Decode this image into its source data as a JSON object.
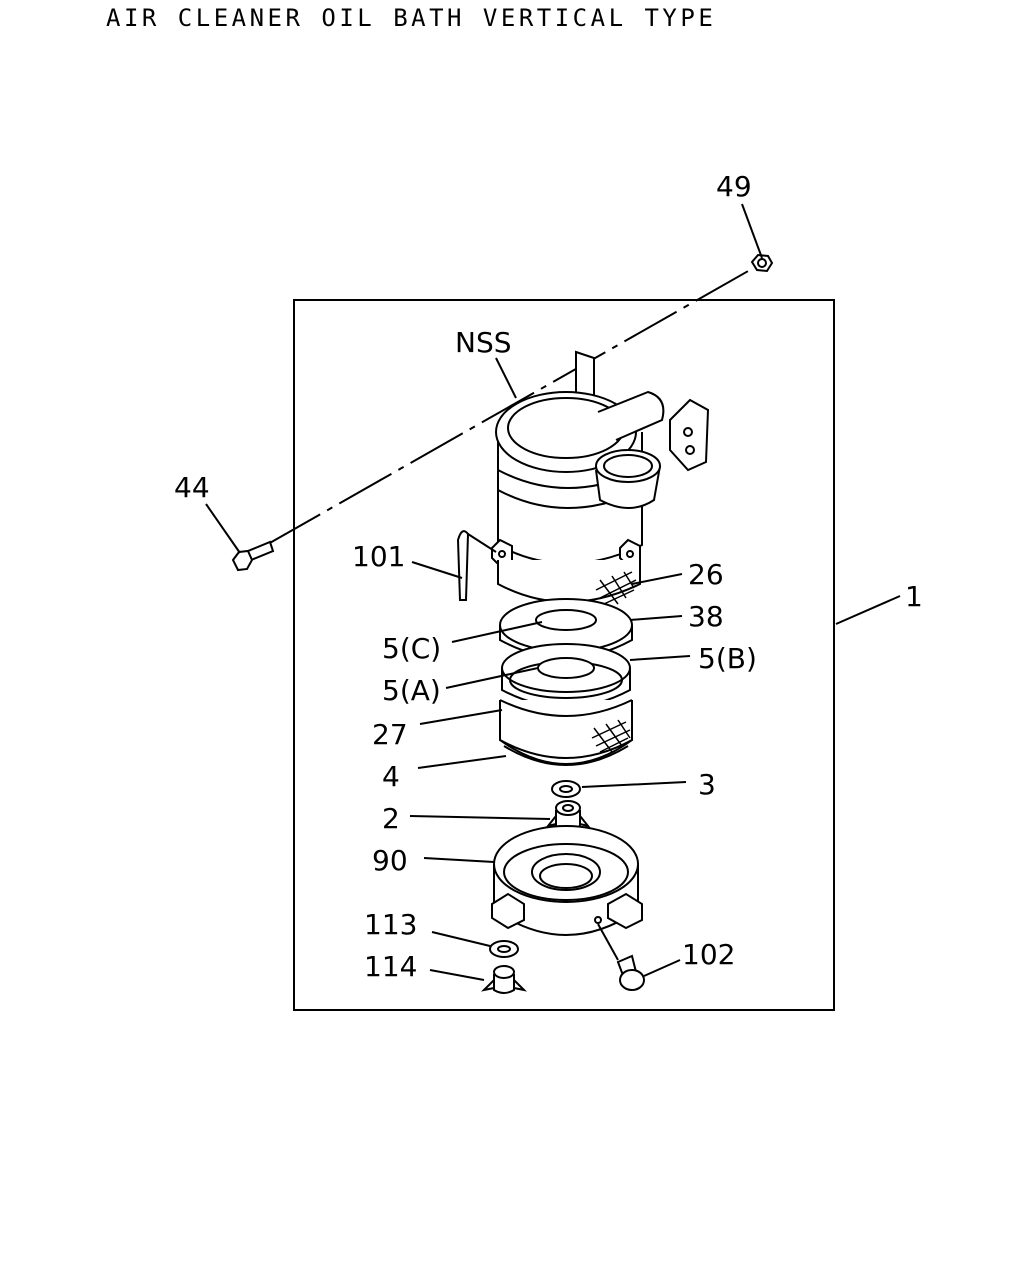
{
  "title": "AIR CLEANER OIL BATH VERTICAL TYPE",
  "callouts": {
    "c49": "49",
    "cNSS": "NSS",
    "c44": "44",
    "c101": "101",
    "c26": "26",
    "c1": "1",
    "c38": "38",
    "c5C": "5(C)",
    "c5B": "5(B)",
    "c5A": "5(A)",
    "c27": "27",
    "c4": "4",
    "c3": "3",
    "c2": "2",
    "c90": "90",
    "c113": "113",
    "c114": "114",
    "c102": "102"
  }
}
